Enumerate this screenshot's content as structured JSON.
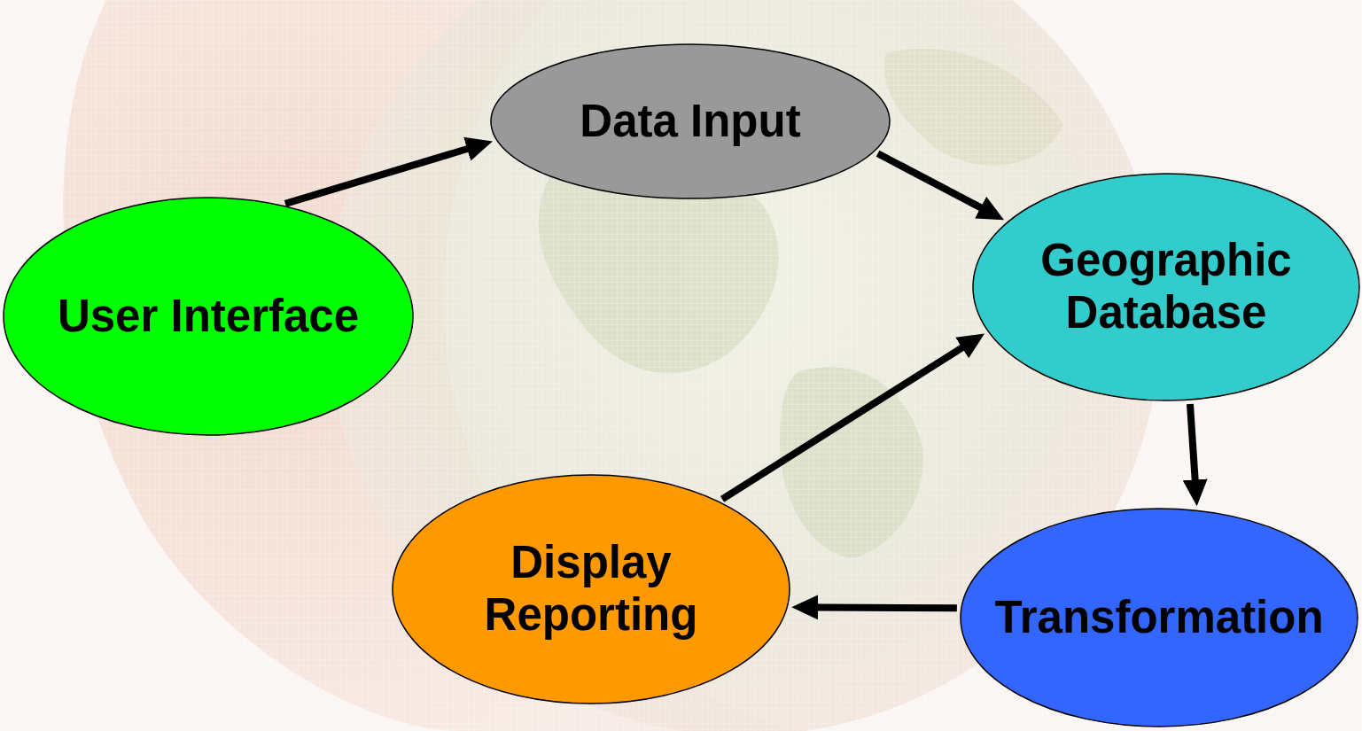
{
  "diagram": {
    "nodes": [
      {
        "text": [
          "Data Input"
        ]
      },
      {
        "text": [
          "Geographic Database"
        ]
      },
      {
        "text": [
          "User Interface"
        ]
      },
      {
        "text": [
          "Display Reporting"
        ]
      },
      {
        "text": [
          "Transformation"
        ]
      }
    ],
    "edges": [
      {
        "from": 2,
        "to": 0,
        "arrow": "to"
      },
      {
        "from": 0,
        "to": 1,
        "arrow": "to"
      },
      {
        "from": 1,
        "to": 4,
        "arrow": "to"
      },
      {
        "from": 4,
        "to": 3,
        "arrow": "to"
      },
      {
        "from": 3,
        "to": 1,
        "arrow": "to"
      }
    ]
  }
}
